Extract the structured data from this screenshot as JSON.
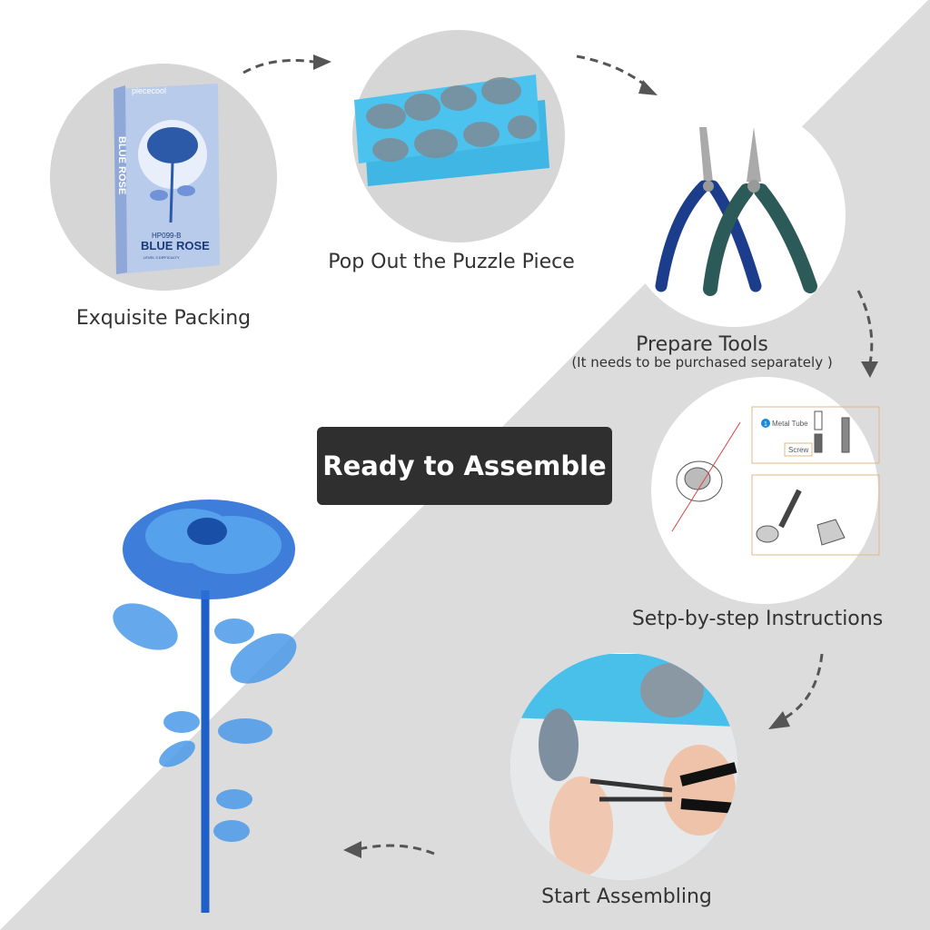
{
  "banner": {
    "label": "Ready to Assemble"
  },
  "steps": [
    {
      "label": "Exquisite Packing"
    },
    {
      "label": "Pop Out the Puzzle Piece"
    },
    {
      "label": "Prepare Tools",
      "note": "(It needs to be purchased separately  )"
    },
    {
      "label": "Setp-by-step Instructions"
    },
    {
      "label": "Start Assembling"
    }
  ],
  "package": {
    "brand": "piececool",
    "model": "HP099-B",
    "name": "BLUE ROSE",
    "spine": "BLUE ROSE",
    "level": "LEVEL 3 DIFFICULTY"
  },
  "instructions": {
    "step_number": "1",
    "part1": "Metal Tube",
    "part2": "Screw"
  },
  "colors": {
    "background_gray": "#dcdcdc",
    "circle_gray": "#d6d6d6",
    "banner": "#2f2f2f",
    "rose_blue": "#1e5fc8",
    "arrow": "#555555"
  }
}
